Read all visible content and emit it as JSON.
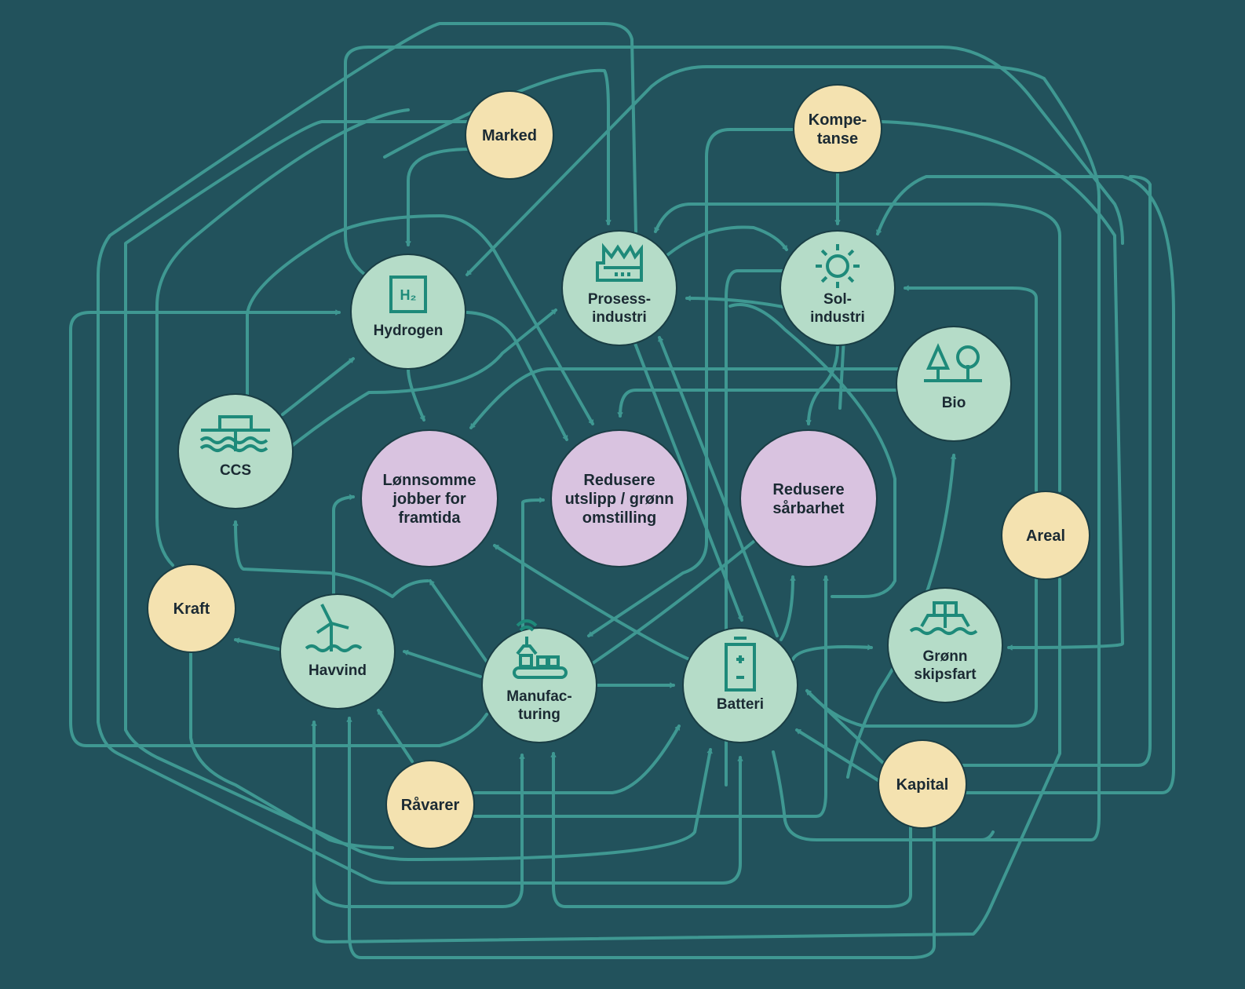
{
  "title": "Verdikjeder for grønn omstilling",
  "colors": {
    "background": "#22525c",
    "edge": "#3f9892",
    "sector": "#b5dcc8",
    "enabler": "#f4e2b0",
    "goal": "#d9c3e0",
    "icon": "#1e8a7a",
    "text": "#1b2a33"
  },
  "nodes": [
    {
      "id": "marked",
      "type": "enabler",
      "lines": [
        "Marked"
      ]
    },
    {
      "id": "kompetanse",
      "type": "enabler",
      "lines": [
        "Kompe-",
        "tanse"
      ]
    },
    {
      "id": "hydrogen",
      "type": "sector",
      "icon": "h2-icon",
      "icon_text": "H₂",
      "lines": [
        "Hydrogen"
      ]
    },
    {
      "id": "prosessindustri",
      "type": "sector",
      "icon": "factory-icon",
      "lines": [
        "Prosess-",
        "industri"
      ]
    },
    {
      "id": "solindustri",
      "type": "sector",
      "icon": "sun-icon",
      "lines": [
        "Sol-",
        "industri"
      ]
    },
    {
      "id": "bio",
      "type": "sector",
      "icon": "trees-icon",
      "lines": [
        "Bio"
      ]
    },
    {
      "id": "ccs",
      "type": "sector",
      "icon": "ccs-icon",
      "lines": [
        "CCS"
      ]
    },
    {
      "id": "lonnsomme",
      "type": "goal",
      "lines": [
        "Lønnsomme",
        "jobber for",
        "framtida"
      ]
    },
    {
      "id": "utslipp",
      "type": "goal",
      "lines": [
        "Redusere",
        "utslipp / grønn",
        "omstilling"
      ]
    },
    {
      "id": "sarbarhet",
      "type": "goal",
      "lines": [
        "Redusere",
        "sårbarhet"
      ]
    },
    {
      "id": "areal",
      "type": "enabler",
      "lines": [
        "Areal"
      ]
    },
    {
      "id": "kraft",
      "type": "enabler",
      "lines": [
        "Kraft"
      ]
    },
    {
      "id": "havvind",
      "type": "sector",
      "icon": "wind-turbine-icon",
      "lines": [
        "Havvind"
      ]
    },
    {
      "id": "manufacturing",
      "type": "sector",
      "icon": "assembly-line-icon",
      "lines": [
        "Manufac-",
        "turing"
      ]
    },
    {
      "id": "batteri",
      "type": "sector",
      "icon": "battery-icon",
      "lines": [
        "Batteri"
      ]
    },
    {
      "id": "skipsfart",
      "type": "sector",
      "icon": "ship-icon",
      "lines": [
        "Grønn",
        "skipsfart"
      ]
    },
    {
      "id": "kapital",
      "type": "enabler",
      "lines": [
        "Kapital"
      ]
    },
    {
      "id": "ravarer",
      "type": "enabler",
      "lines": [
        "Råvarer"
      ]
    }
  ]
}
